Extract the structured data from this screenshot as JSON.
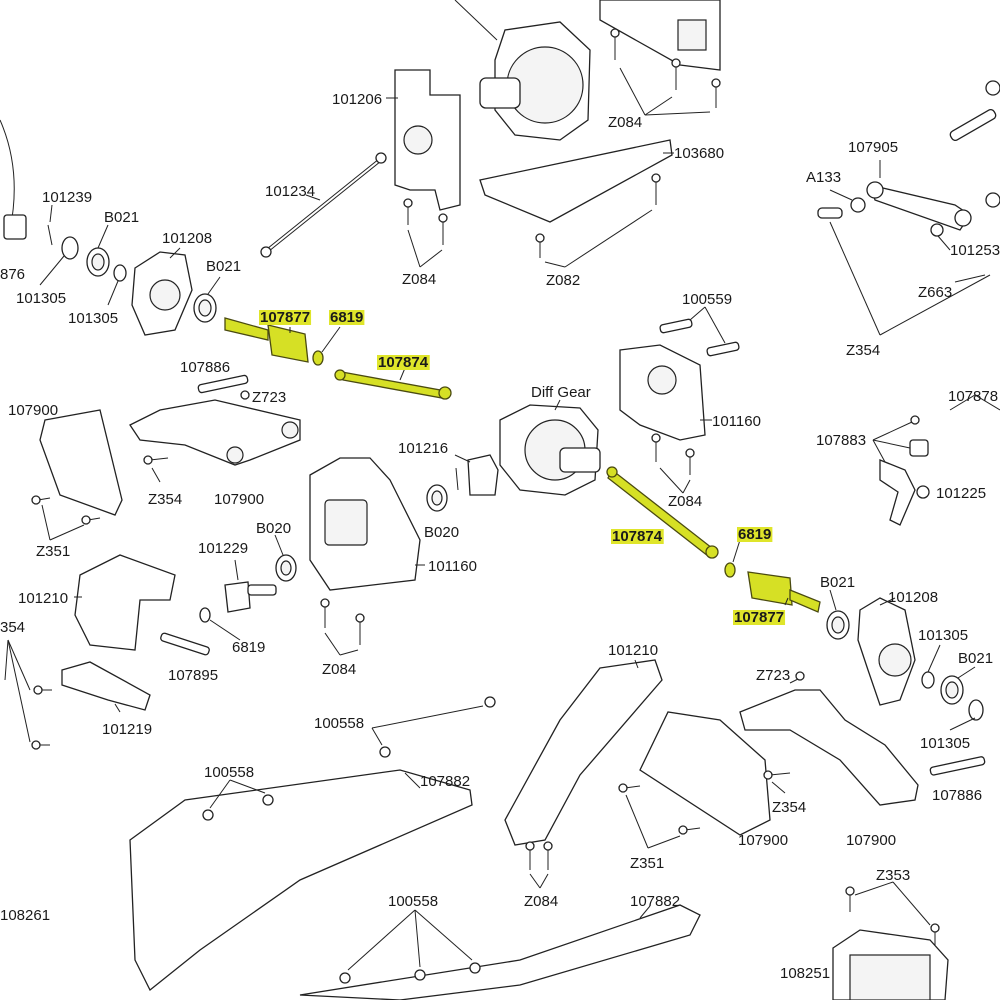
{
  "diagram": {
    "highlight_color": "#dfe52a",
    "labels": [
      {
        "id": "l1",
        "text": "101206"
      },
      {
        "id": "l2",
        "text": "Z084"
      },
      {
        "id": "l3",
        "text": "103680"
      },
      {
        "id": "l4",
        "text": "101234"
      },
      {
        "id": "l5",
        "text": "Z084"
      },
      {
        "id": "l6",
        "text": "Z082"
      },
      {
        "id": "l7",
        "text": "107905"
      },
      {
        "id": "l8",
        "text": "A133"
      },
      {
        "id": "l9",
        "text": "101253"
      },
      {
        "id": "l10",
        "text": "Z663"
      },
      {
        "id": "l11",
        "text": "Z354"
      },
      {
        "id": "l12",
        "text": "101239"
      },
      {
        "id": "l13",
        "text": "B021"
      },
      {
        "id": "l14",
        "text": "101208"
      },
      {
        "id": "l15",
        "text": "B021"
      },
      {
        "id": "l16",
        "text": "876"
      },
      {
        "id": "l17",
        "text": "101305"
      },
      {
        "id": "l18",
        "text": "101305"
      },
      {
        "id": "l19",
        "text": "107877",
        "highlight": true
      },
      {
        "id": "l20",
        "text": "6819",
        "highlight": true
      },
      {
        "id": "l21",
        "text": "107874",
        "highlight": true
      },
      {
        "id": "l22",
        "text": "100559"
      },
      {
        "id": "l23",
        "text": "107886"
      },
      {
        "id": "l24",
        "text": "Z723"
      },
      {
        "id": "l25",
        "text": "Diff Gear"
      },
      {
        "id": "l26",
        "text": "101160"
      },
      {
        "id": "l27",
        "text": "107878"
      },
      {
        "id": "l28",
        "text": "107900"
      },
      {
        "id": "l29",
        "text": "107883"
      },
      {
        "id": "l30",
        "text": "101216"
      },
      {
        "id": "l31",
        "text": "Z354"
      },
      {
        "id": "l32",
        "text": "107900"
      },
      {
        "id": "l33",
        "text": "Z084"
      },
      {
        "id": "l34",
        "text": "101225"
      },
      {
        "id": "l35",
        "text": "B020"
      },
      {
        "id": "l36",
        "text": "B020"
      },
      {
        "id": "l37",
        "text": "107874",
        "highlight": true
      },
      {
        "id": "l38",
        "text": "6819",
        "highlight": true
      },
      {
        "id": "l39",
        "text": "Z351"
      },
      {
        "id": "l40",
        "text": "101229"
      },
      {
        "id": "l41",
        "text": "101160"
      },
      {
        "id": "l42",
        "text": "B021"
      },
      {
        "id": "l43",
        "text": "101208"
      },
      {
        "id": "l44",
        "text": "101210"
      },
      {
        "id": "l45",
        "text": "107877",
        "highlight": true
      },
      {
        "id": "l46",
        "text": "354"
      },
      {
        "id": "l47",
        "text": "6819"
      },
      {
        "id": "l48",
        "text": "101305"
      },
      {
        "id": "l49",
        "text": "Z084"
      },
      {
        "id": "l50",
        "text": "107895"
      },
      {
        "id": "l51",
        "text": "101210"
      },
      {
        "id": "l52",
        "text": "B021"
      },
      {
        "id": "l53",
        "text": "Z723"
      },
      {
        "id": "l54",
        "text": "101219"
      },
      {
        "id": "l55",
        "text": "100558"
      },
      {
        "id": "l56",
        "text": "101305"
      },
      {
        "id": "l57",
        "text": "107886"
      },
      {
        "id": "l58",
        "text": "100558"
      },
      {
        "id": "l59",
        "text": "107882"
      },
      {
        "id": "l60",
        "text": "Z354"
      },
      {
        "id": "l61",
        "text": "107900"
      },
      {
        "id": "l62",
        "text": "107900"
      },
      {
        "id": "l63",
        "text": "Z351"
      },
      {
        "id": "l64",
        "text": "Z353"
      },
      {
        "id": "l65",
        "text": "108261"
      },
      {
        "id": "l66",
        "text": "100558"
      },
      {
        "id": "l67",
        "text": "107882"
      },
      {
        "id": "l68",
        "text": "Z084"
      },
      {
        "id": "l69",
        "text": "108251"
      }
    ]
  }
}
